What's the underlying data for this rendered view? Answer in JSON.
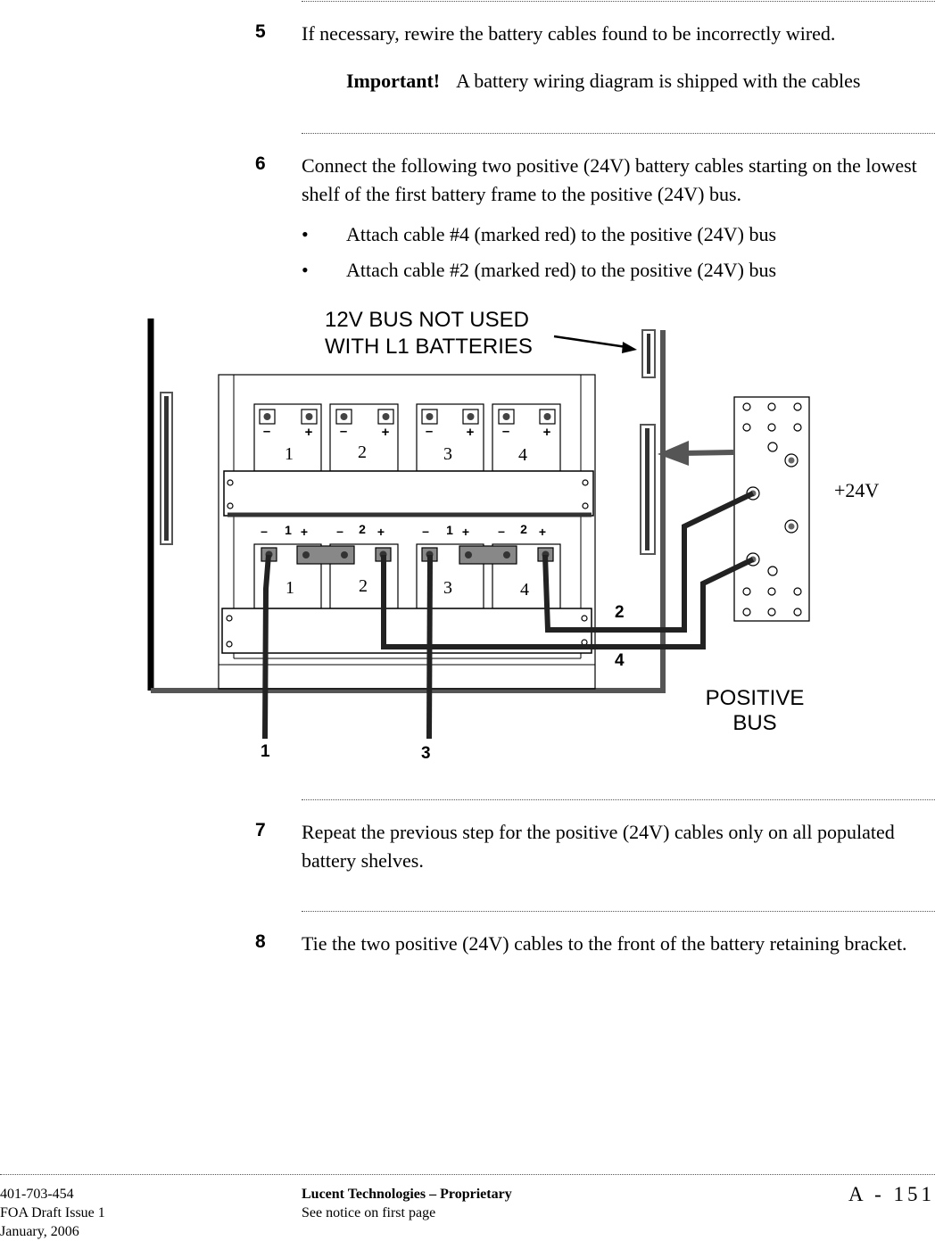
{
  "steps": [
    {
      "number": "5",
      "text": "If necessary, rewire the battery cables found to be incorrectly wired."
    },
    {
      "number": "6",
      "text": "Connect the following two positive (24V) battery cables starting on the lowest shelf of the first battery frame to the positive (24V) bus."
    },
    {
      "number": "7",
      "text": "Repeat the previous step for the positive (24V) cables only on all populated battery shelves."
    },
    {
      "number": "8",
      "text": "Tie the two positive (24V) cables to the front of the battery retaining bracket."
    }
  ],
  "important_note": {
    "label": "Important!",
    "text": "A battery wiring diagram is shipped with the cables"
  },
  "bullets": [
    "Attach cable #4 (marked red) to the positive (24V) bus",
    "Attach cable #2 (marked red) to the positive (24V) bus"
  ],
  "bullet_symbol": "•",
  "diagram": {
    "callout_line1": "12V BUS NOT USED",
    "callout_line2": "WITH L1 BATTERIES",
    "voltage_label": "+24V",
    "bus_label_line1": "POSITIVE",
    "bus_label_line2": "BUS",
    "top_battery_numbers": [
      "1",
      "2",
      "3",
      "4"
    ],
    "bottom_battery_numbers": [
      "1",
      "2",
      "3",
      "4"
    ],
    "terminal_labels": [
      "1",
      "2",
      "1",
      "2"
    ],
    "minus_sign": "–",
    "plus_sign": "+",
    "cable_labels": {
      "c1": "1",
      "c2": "2",
      "c3": "3",
      "c4": "4"
    }
  },
  "footer": {
    "doc_number": "401-703-454",
    "issue": "FOA Draft Issue 1",
    "date": "January, 2006",
    "company": "Lucent Technologies – Proprietary",
    "notice": "See notice on first page",
    "page": "A - 151"
  }
}
